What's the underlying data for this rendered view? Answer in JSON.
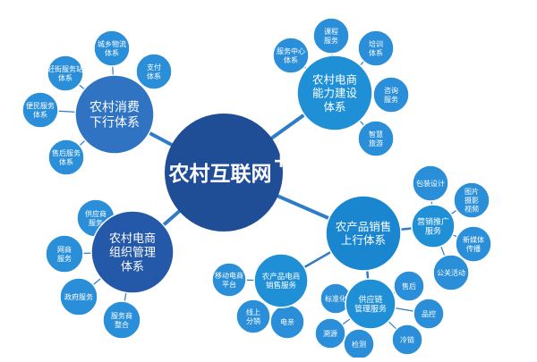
{
  "colors": {
    "center": "#1f4d96",
    "rural_consumption": "#2f73c2",
    "capacity": "#1f8fd6",
    "org_management": "#2458a8",
    "upstream": "#1b86d0",
    "leaf": "#2a8fd8",
    "line": "#2f7cc7"
  },
  "center": {
    "text": "农村互联网",
    "plus": "+"
  },
  "rural_consumption": {
    "lines": [
      "农村消费",
      "下行体系"
    ],
    "leaves": [
      {
        "lines": [
          "城乡物流",
          "体系"
        ]
      },
      {
        "lines": [
          "支付",
          "体系"
        ]
      },
      {
        "lines": [
          "赶街服务站",
          "体系"
        ]
      },
      {
        "lines": [
          "便民服务",
          "体系"
        ]
      },
      {
        "lines": [
          "售后服务",
          "体系"
        ]
      }
    ]
  },
  "capacity": {
    "lines": [
      "农村电商",
      "能力建设",
      "体系"
    ],
    "leaves": [
      {
        "lines": [
          "服务中心",
          "体系"
        ]
      },
      {
        "lines": [
          "课程",
          "服务"
        ]
      },
      {
        "lines": [
          "培训",
          "体系"
        ]
      },
      {
        "lines": [
          "咨询",
          "服务"
        ]
      },
      {
        "lines": [
          "智慧",
          "旅游"
        ]
      }
    ]
  },
  "org_management": {
    "lines": [
      "农村电商",
      "组织管理",
      "体系"
    ],
    "leaves": [
      {
        "lines": [
          "供应商",
          "服务"
        ]
      },
      {
        "lines": [
          "网商",
          "服务"
        ]
      },
      {
        "lines": [
          "政府服务"
        ]
      },
      {
        "lines": [
          "服务商",
          "整合"
        ]
      }
    ]
  },
  "upstream": {
    "lines": [
      "农产品销售",
      "上行体系"
    ],
    "marketing": {
      "lines": [
        "营销推广",
        "服务"
      ],
      "leaves": [
        {
          "lines": [
            "包装设计"
          ]
        },
        {
          "lines": [
            "图片",
            "摄影",
            "视频"
          ]
        },
        {
          "lines": [
            "新媒体",
            "传播"
          ]
        },
        {
          "lines": [
            "公关活动"
          ]
        }
      ]
    },
    "ecom_sales": {
      "lines": [
        "农产品电商",
        "销售服务"
      ],
      "leaves": [
        {
          "lines": [
            "移动电商",
            "平台"
          ]
        },
        {
          "lines": [
            "线上",
            "分销"
          ]
        },
        {
          "lines": [
            "电亲"
          ]
        }
      ]
    },
    "supply_chain": {
      "lines": [
        "供应链",
        "管理服务"
      ],
      "leaves": [
        {
          "lines": [
            "标准化"
          ]
        },
        {
          "lines": [
            "售后"
          ]
        },
        {
          "lines": [
            "品控"
          ]
        },
        {
          "lines": [
            "溯源"
          ]
        },
        {
          "lines": [
            "检测"
          ]
        },
        {
          "lines": [
            "冷链"
          ]
        }
      ]
    }
  }
}
